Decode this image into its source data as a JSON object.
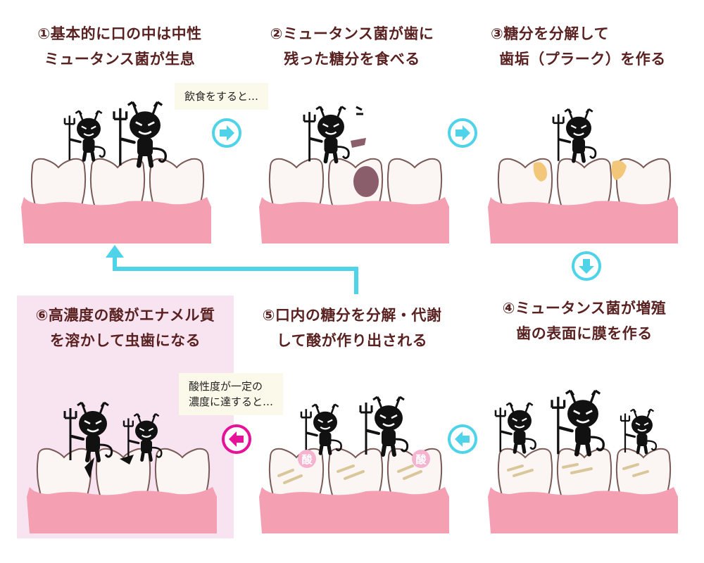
{
  "steps": [
    {
      "id": "1",
      "line1": "①基本的に口の中は中性",
      "line2": "ミュータンス菌が生息"
    },
    {
      "id": "2",
      "line1": "②ミュータンス菌が歯に",
      "line2": "残った糖分を食べる"
    },
    {
      "id": "3",
      "line1": "③糖分を分解して",
      "line2": "歯垢（プラーク）を作る"
    },
    {
      "id": "4",
      "line1": "④ミュータンス菌が増殖",
      "line2": "歯の表面に膜を作る"
    },
    {
      "id": "5",
      "line1": "⑤口内の糖分を分解・代謝",
      "line2": "して酸が作り出される"
    },
    {
      "id": "6",
      "line1": "⑥高濃度の酸がエナメル質",
      "line2": "を溶かして虫歯になる"
    }
  ],
  "bubbles": {
    "eating": "飲食をすると…",
    "acidity_line1": "酸性度が一定の",
    "acidity_line2": "濃度に達すると…"
  },
  "acid_label": "酸",
  "colors": {
    "text": "#5a2121",
    "arrow_cyan": "#4fd3e8",
    "arrow_magenta": "#e6129a",
    "gum": "#f59fb3",
    "tooth": "#fbf6f3",
    "plaque": "#f2c77a",
    "panel_pink": "#f8e3f1",
    "bubble_bg": "#fbf9ea"
  }
}
